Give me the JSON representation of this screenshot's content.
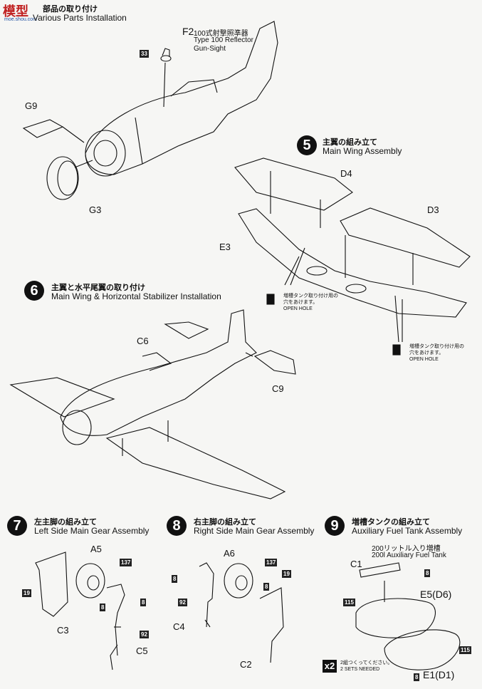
{
  "watermark": {
    "logo": "模型",
    "url": "moe.shou.com"
  },
  "step4": {
    "jp": "部品の取り付け",
    "en": "Various Parts Installation"
  },
  "gunsight": {
    "part": "F2",
    "jp": "100式射撃照準器",
    "en1": "Type 100 Reflector",
    "en2": "Gun-Sight",
    "num": "33"
  },
  "step4_parts": {
    "g9": "G9",
    "g3": "G3"
  },
  "step5": {
    "num": "5",
    "jp": "主翼の組み立て",
    "en": "Main Wing Assembly",
    "d4": "D4",
    "d3": "D3",
    "e3": "E3"
  },
  "open_hole_1": {
    "jp1": "増槽タンク取り付け用の",
    "jp2": "穴をあけます。",
    "en": "OPEN HOLE"
  },
  "open_hole_2": {
    "jp1": "増槽タンク取り付け用の",
    "jp2": "穴をあけます。",
    "en": "OPEN HOLE"
  },
  "step6": {
    "num": "6",
    "jp": "主翼と水平尾翼の取り付け",
    "en": "Main Wing & Horizontal Stabilizer Installation",
    "c6": "C6",
    "c9": "C9"
  },
  "step7": {
    "num": "7",
    "jp": "左主脚の組み立て",
    "en": "Left Side Main Gear Assembly",
    "a5": "A5",
    "c3": "C3",
    "c5": "C5",
    "b137": "137",
    "b19": "19",
    "b8a": "8",
    "b8b": "8",
    "b92": "92"
  },
  "step8": {
    "num": "8",
    "jp": "右主脚の組み立て",
    "en": "Right Side Main Gear Assembly",
    "a6": "A6",
    "c4": "C4",
    "c2": "C2",
    "b137": "137",
    "b19": "19",
    "b8a": "8",
    "b8b": "8",
    "b92": "92"
  },
  "step9": {
    "num": "9",
    "jp": "増槽タンクの組み立て",
    "en": "Auxiliary Fuel Tank Assembly",
    "tank_jp": "200リットル入り増槽",
    "tank_en": "200l Auxiliary Fuel Tank",
    "c1": "C1",
    "e5": "E5(D6)",
    "e1": "E1(D1)",
    "b8a": "8",
    "b8b": "8",
    "b115a": "115",
    "b115b": "115",
    "x2": "x2",
    "sets_jp": "2組つくってください。",
    "sets_en": "2 SETS NEEDED"
  }
}
